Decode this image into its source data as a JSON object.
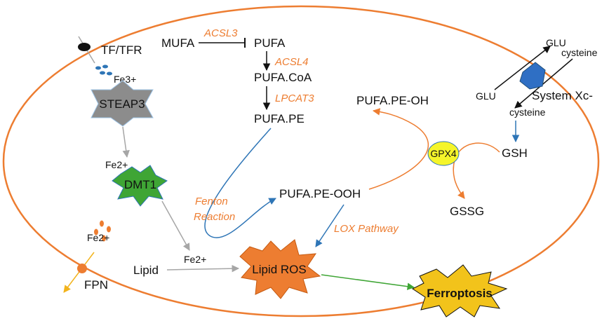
{
  "labels": {
    "tf_tfr": "TF/TFR",
    "fe3": "Fe3+",
    "steap3": "STEAP3",
    "fe2_top": "Fe2+",
    "dmt1": "DMT1",
    "fe2_pool": "Fe2+",
    "fpn": "FPN",
    "lipid": "Lipid",
    "fe2_mid": "Fe2+",
    "lipid_ros": "Lipid ROS",
    "ferroptosis": "Ferroptosis",
    "mufa": "MUFA",
    "pufa": "PUFA",
    "pufa_coa": "PUFA.CoA",
    "pufa_pe": "PUFA.PE",
    "pufa_pe_oh": "PUFA.PE-OH",
    "pufa_pe_ooh": "PUFA.PE-OOH",
    "fenton_1": "Fenton",
    "fenton_2": "Reaction",
    "lox_pathway": "LOX Pathway",
    "gpx4": "GPX4",
    "gsh": "GSH",
    "gssg": "GSSG",
    "glu_out": "GLU",
    "cysteine_out": "cysteine",
    "glu_in": "GLU",
    "system_xc": "System Xc-",
    "cysteine_in": "cysteine"
  },
  "enzymes": {
    "acsl3": "ACSL3",
    "acsl4": "ACSL4",
    "lpcat3": "LPCAT3"
  },
  "colors": {
    "membrane": "#ED7D31",
    "enzyme_text": "#ED7D31",
    "steap3": "#8C8C8C",
    "dmt1": "#3FA535",
    "iron_dots_fe3": "#2E75B6",
    "iron_dots_fe2": "#ED7D31",
    "lipid_ros": "#ED7D31",
    "ferroptosis": "#F2C31B",
    "gpx4": "#F5F52A",
    "system_xc": "#2F6FC4",
    "blue_arrow": "#2E75B6",
    "gray_arrow": "#A6A6A6",
    "green_arrow": "#3FA535",
    "fpn_arrow": "#F2B31B"
  }
}
